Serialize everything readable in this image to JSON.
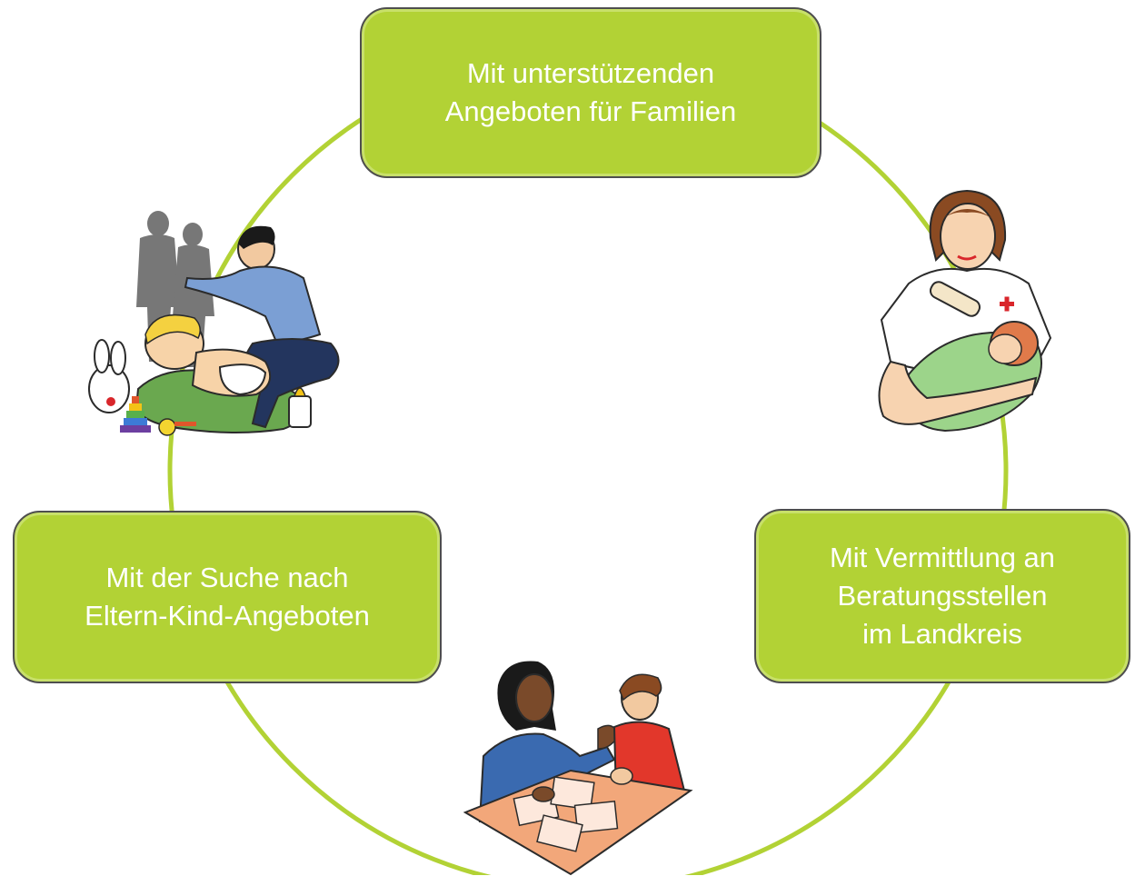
{
  "colors": {
    "accent_green": "#b2d235",
    "box_border": "#4e4e4e",
    "text": "#ffffff"
  },
  "boxes": {
    "top": {
      "lines": [
        "Mit unterstützenden",
        "Angeboten für Familien"
      ]
    },
    "left": {
      "lines": [
        "Mit der Suche nach",
        "Eltern-Kind-Angeboten"
      ]
    },
    "right": {
      "lines": [
        "Mit Vermittlung an",
        "Beratungsstellen",
        "im Landkreis"
      ]
    }
  },
  "illustrations": [
    {
      "name": "father-with-baby-illustration"
    },
    {
      "name": "nurse-feeding-baby-illustration"
    },
    {
      "name": "woman-and-child-at-table-illustration"
    }
  ]
}
